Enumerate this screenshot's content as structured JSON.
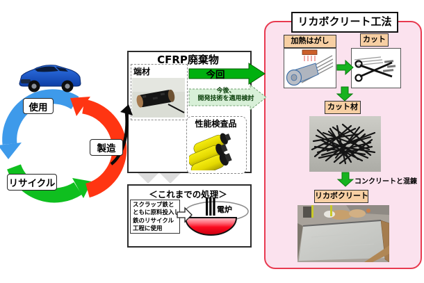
{
  "cycle": {
    "use_label": "使用",
    "manufacture_label": "製造",
    "recycle_label": "リサイクル"
  },
  "cfrp_box": {
    "title": "CFRP廃棄物",
    "offcut_label": "端材",
    "inspection_label": "性能検査品"
  },
  "flow_arrows": {
    "now_label": "今回",
    "future_line1": "今後、",
    "future_line2": "開発技術を適用検討"
  },
  "previous_box": {
    "title": "＜これまでの処理＞",
    "desc_line1": "スクラップ鉄と",
    "desc_line2": "ともに原料投入し",
    "desc_line3": "鉄のリサイクル",
    "desc_line4": "工程に使用",
    "furnace_label": "電炉"
  },
  "method_panel": {
    "title": "リカボクリート工法",
    "heat_peel_label": "加熱はがし",
    "cut_label": "カット",
    "cut_material_label": "カット材",
    "mix_label": "コンクリートと混錬",
    "product_label": "リカボクリート"
  },
  "colors": {
    "cycle_blue": "#3E9AEA",
    "cycle_green": "#0FBF1F",
    "cycle_red": "#FF3512",
    "now_arrow_green": "#00B00F",
    "future_arrow_bg": "#D8F0D8",
    "panel_pink": "#FBE2EE",
    "panel_border_red": "#E83A50",
    "tag_peach": "#F7CFA3",
    "step_arrow_green": "#17B31F",
    "gray_arrow": "#DCDCDC"
  }
}
